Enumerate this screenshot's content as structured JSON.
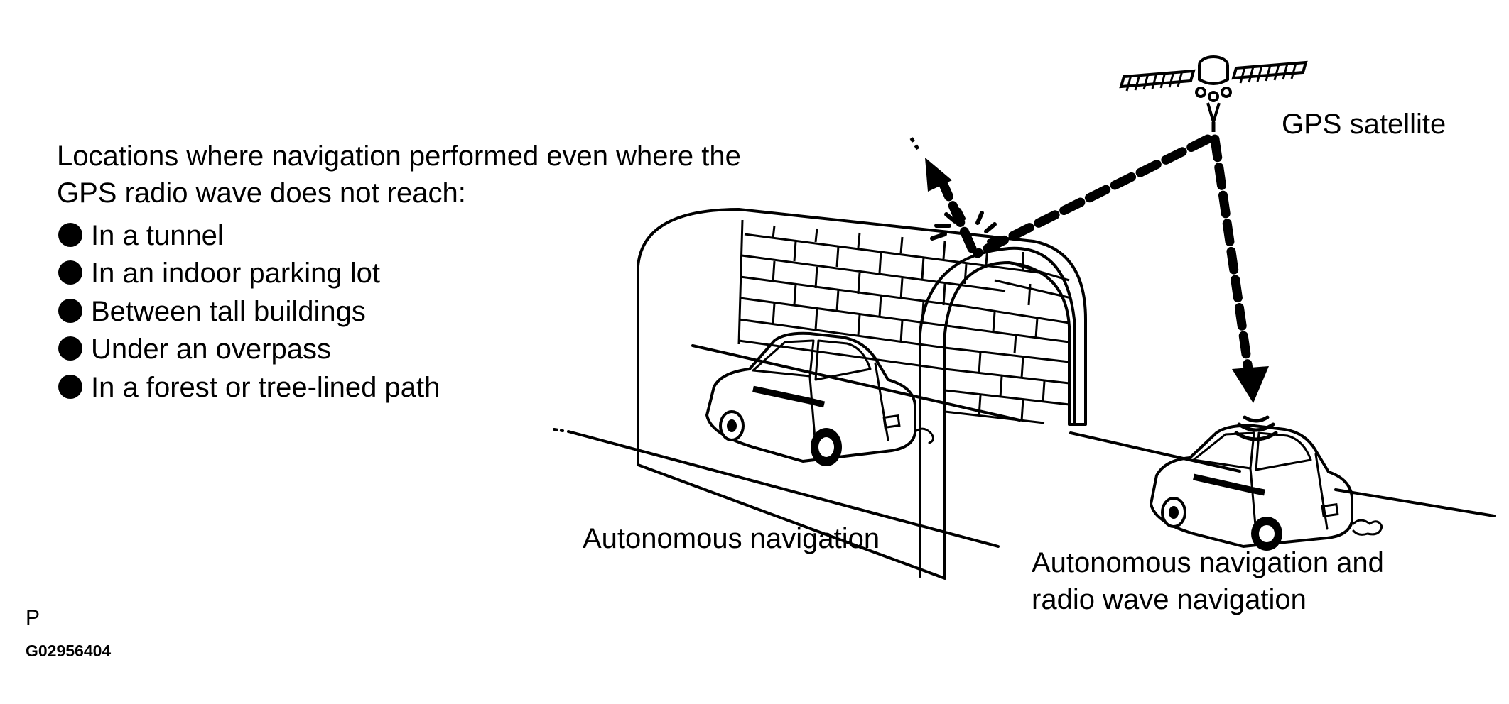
{
  "intro": {
    "line1": "Locations where navigation performed even where the",
    "line2": "GPS radio wave does not reach:"
  },
  "locations": [
    "In a tunnel",
    "In an indoor parking lot",
    "Between tall buildings",
    "Under an overpass",
    "In a forest or tree-lined path"
  ],
  "labels": {
    "satellite": "GPS satellite",
    "tunnel_car": "Autonomous navigation",
    "open_car_line1": "Autonomous navigation and",
    "open_car_line2": "radio wave navigation"
  },
  "footer": {
    "marker": "P",
    "figure_code": "G02956404"
  }
}
